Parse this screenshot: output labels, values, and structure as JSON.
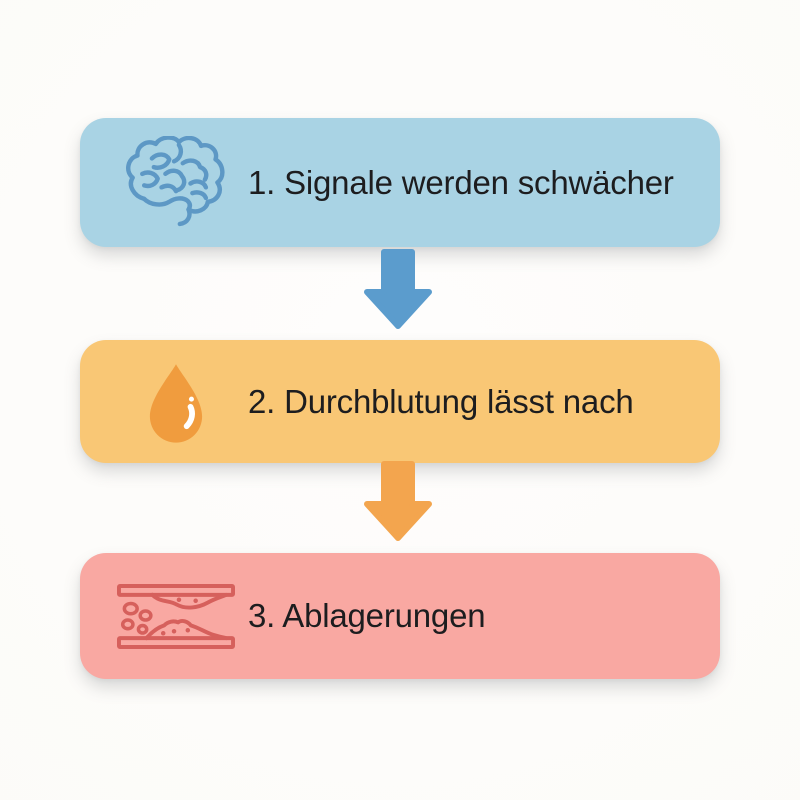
{
  "canvas": {
    "background": "#fcfbf8"
  },
  "diagram": {
    "text_color": "#1d1d1f",
    "steps": [
      {
        "label": "1. Signale werden schwächer",
        "icon": "brain-icon",
        "bg": "#a9d3e4",
        "icon_color": "#5d98c5"
      },
      {
        "label": "2. Durchblutung lässt nach",
        "icon": "drop-icon",
        "bg": "#f9c775",
        "icon_color": "#f09c3e",
        "icon_highlight_color": "#ffffff"
      },
      {
        "label": "3. Ablagerungen",
        "icon": "artery-icon",
        "bg": "#f9a8a2",
        "icon_color": "#d6605c"
      }
    ],
    "arrows": [
      {
        "direction": "down",
        "color": "#5b9ccd"
      },
      {
        "direction": "down",
        "color": "#f3a54e"
      }
    ]
  }
}
